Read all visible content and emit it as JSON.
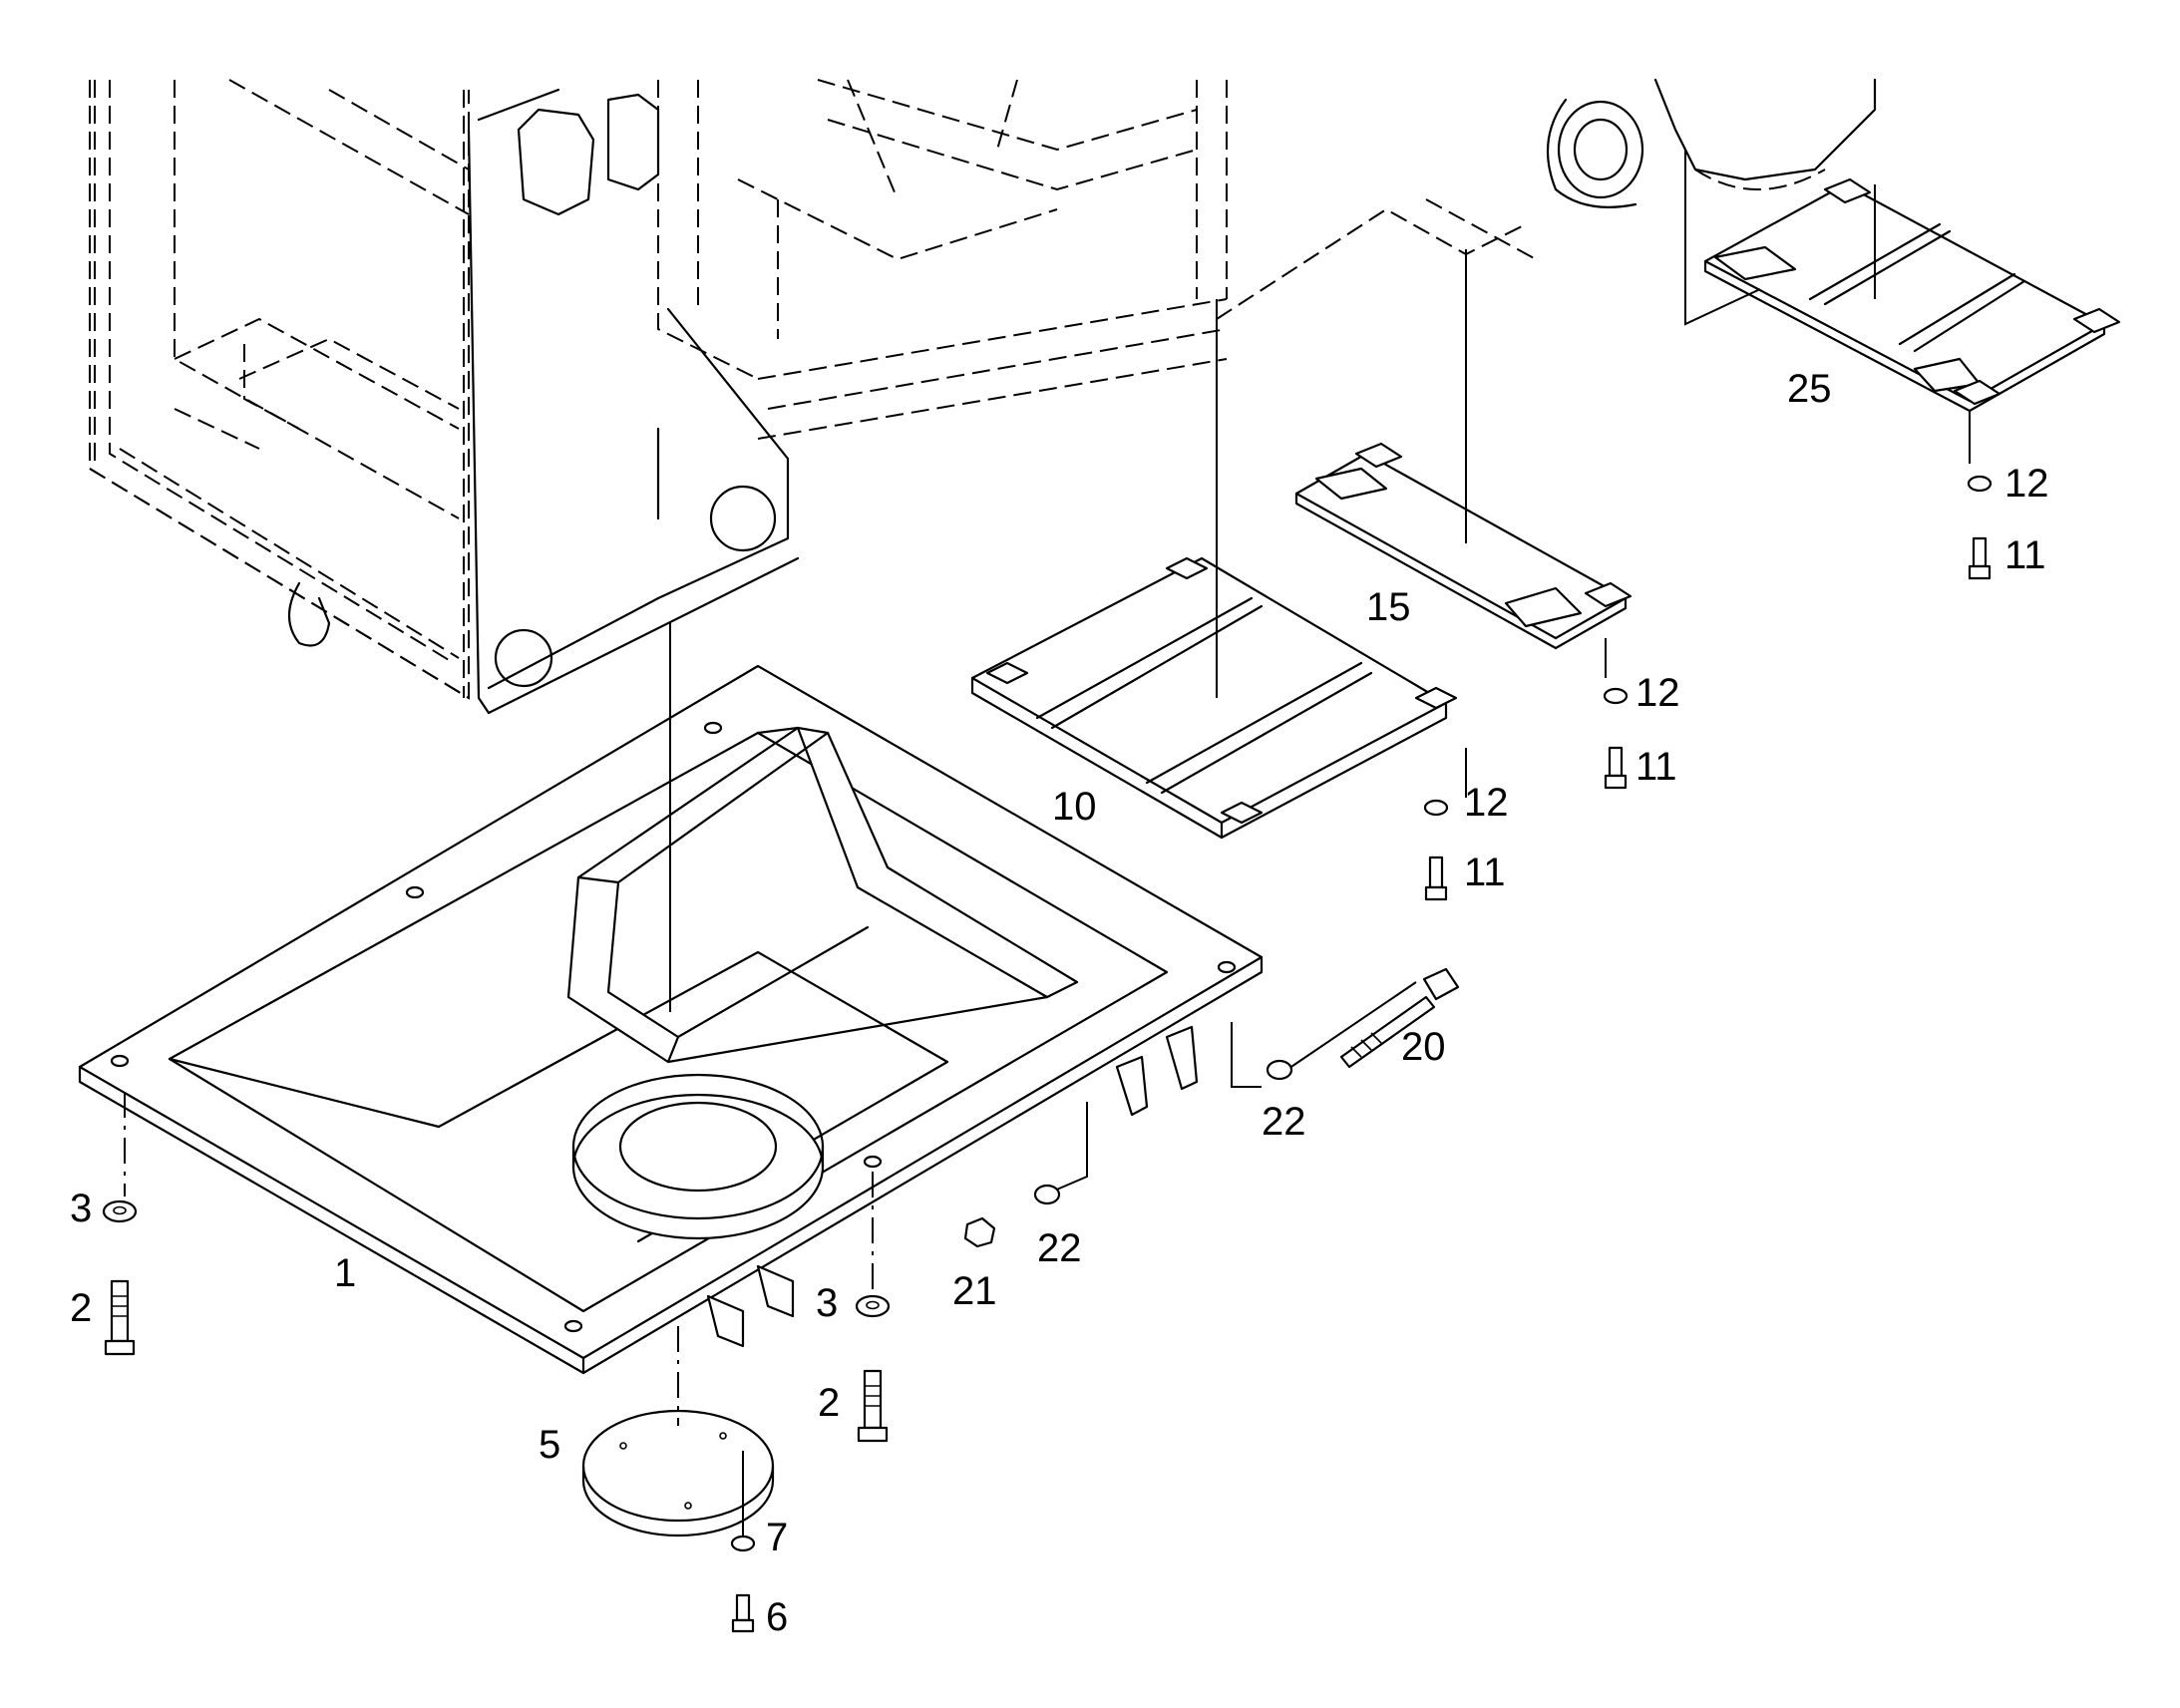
{
  "callouts": [
    {
      "id": "c1",
      "text": "1"
    },
    {
      "id": "c2a",
      "text": "2"
    },
    {
      "id": "c2b",
      "text": "2"
    },
    {
      "id": "c3a",
      "text": "3"
    },
    {
      "id": "c3b",
      "text": "3"
    },
    {
      "id": "c5",
      "text": "5"
    },
    {
      "id": "c6",
      "text": "6"
    },
    {
      "id": "c7",
      "text": "7"
    },
    {
      "id": "c10",
      "text": "10"
    },
    {
      "id": "c11a",
      "text": "11"
    },
    {
      "id": "c11b",
      "text": "11"
    },
    {
      "id": "c11c",
      "text": "11"
    },
    {
      "id": "c12a",
      "text": "12"
    },
    {
      "id": "c12b",
      "text": "12"
    },
    {
      "id": "c12c",
      "text": "12"
    },
    {
      "id": "c15",
      "text": "15"
    },
    {
      "id": "c20",
      "text": "20"
    },
    {
      "id": "c21",
      "text": "21"
    },
    {
      "id": "c22a",
      "text": "22"
    },
    {
      "id": "c22b",
      "text": "22"
    },
    {
      "id": "c25",
      "text": "25"
    }
  ],
  "colors": {
    "line": "#000000",
    "background": "#ffffff"
  }
}
